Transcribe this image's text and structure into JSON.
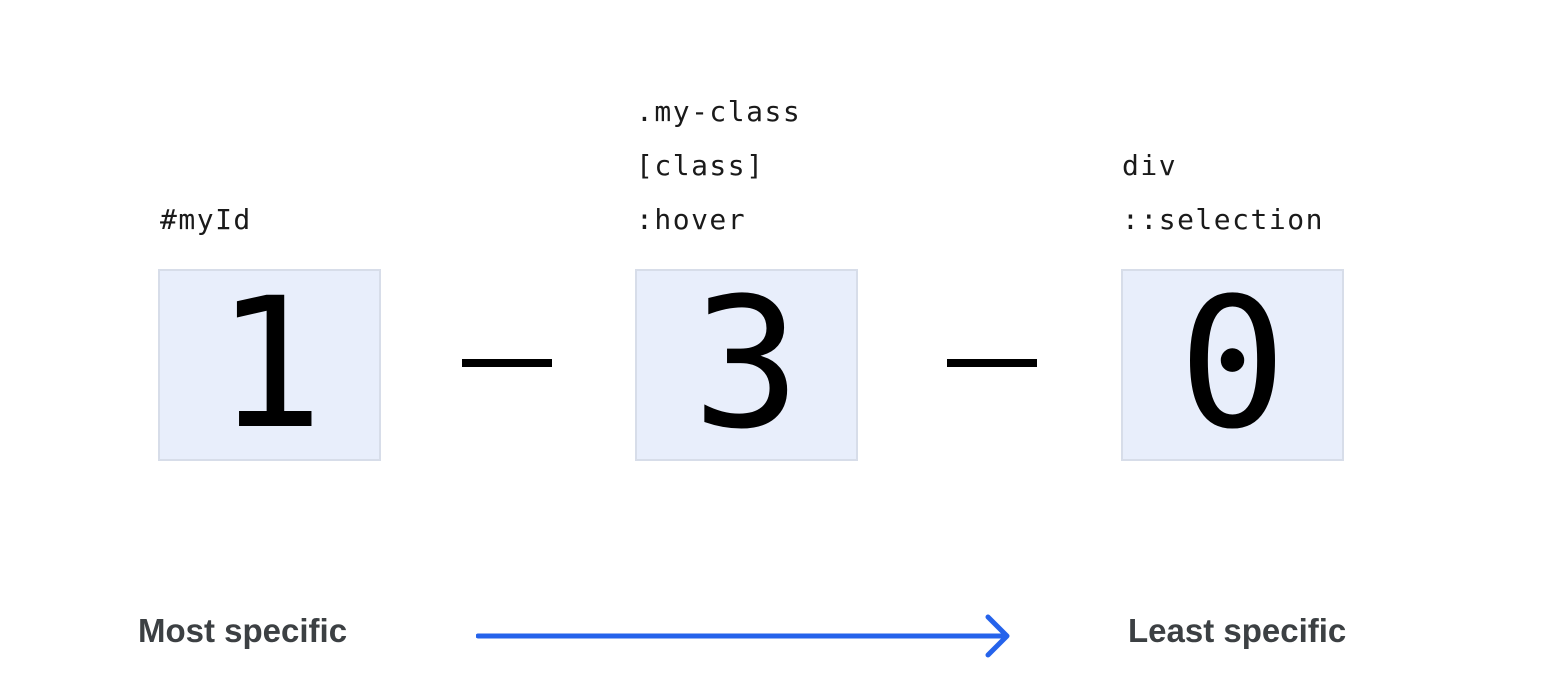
{
  "selectors": {
    "id": [
      "#myId"
    ],
    "class": [
      ".my-class",
      "[class]",
      ":hover"
    ],
    "type": [
      "div",
      "::selection"
    ]
  },
  "specificity": {
    "ids": "1",
    "classes": "3",
    "types": "0"
  },
  "labels": {
    "most": "Most specific",
    "least": "Least specific"
  },
  "colors": {
    "box_fill": "#e8eefb",
    "box_border": "#d7dde9",
    "arrow": "#2563eb",
    "label_text": "#3c4043"
  }
}
